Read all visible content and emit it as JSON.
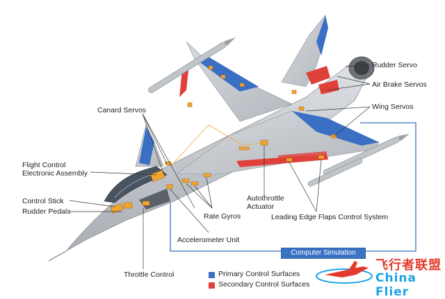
{
  "labels": {
    "rudder_servo": "Rudder Servo",
    "air_brake_servos": "Air Brake Servos",
    "wing_servos": "Wing Servos",
    "canard_servos": "Canard Servos",
    "fcea_line1": "Flight Control",
    "fcea_line2": "Electronic Assembly",
    "control_stick": "Control Stick",
    "rudder_pedals": "Rudder Pedals",
    "autothrottle_line1": "Autothrottle",
    "autothrottle_line2": "Actuator",
    "rate_gyros": "Rate Gyros",
    "leading_edge": "Leading Edge Flaps Control System",
    "accelerometer": "Accelerometer Unit",
    "throttle_control": "Throttle Control",
    "computer_simulation": "Computer Simulation"
  },
  "legend": [
    {
      "label": "Primary Control Surfaces",
      "color": "#3b6fc4"
    },
    {
      "label": "Secondary Control Surfaces",
      "color": "#e0403a"
    }
  ],
  "watermark": {
    "cn": "飞行者联盟",
    "en": "China Flier",
    "cn_color": "#e33a2c",
    "en_color": "#1da4e6"
  },
  "colors": {
    "primary": "#3b6fc4",
    "secondary": "#e0403a",
    "component": "#f2a431",
    "fuselage": "#c7cbd0"
  }
}
